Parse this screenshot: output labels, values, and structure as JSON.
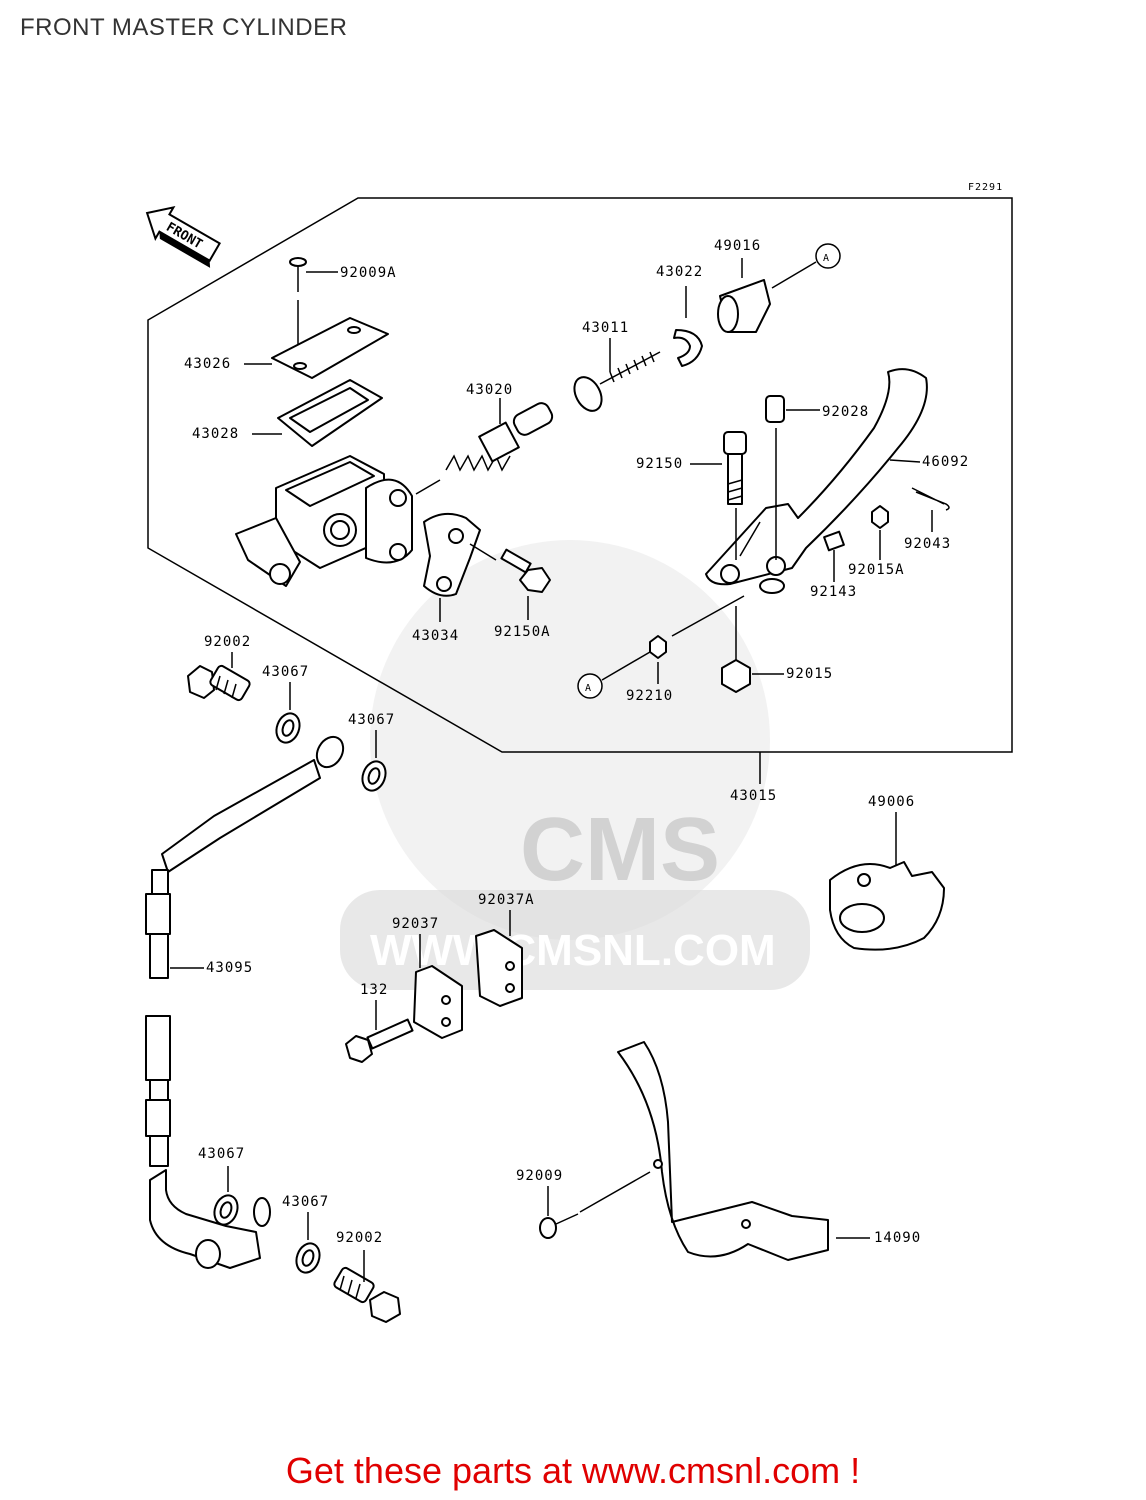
{
  "title": "FRONT MASTER CYLINDER",
  "figure_code": "F2291",
  "front_marker": "FRONT",
  "ref_marker": "A",
  "watermark": {
    "logo": "CMS",
    "url": "WWW.CMSNL.COM"
  },
  "part_labels": {
    "p92009A": "92009A",
    "p43026": "43026",
    "p43028": "43028",
    "p43020": "43020",
    "p43011": "43011",
    "p43022": "43022",
    "p49016": "49016",
    "p92028": "92028",
    "p92150": "92150",
    "p46092": "46092",
    "p92043": "92043",
    "p92015A": "92015A",
    "p92143": "92143",
    "p43034": "43034",
    "p92150A": "92150A",
    "p92002_top": "92002",
    "p43067_a": "43067",
    "p43067_b": "43067",
    "p92210": "92210",
    "p92015": "92015",
    "p43015": "43015",
    "p49006": "49006",
    "p92037A": "92037A",
    "p92037": "92037",
    "p43095": "43095",
    "p132": "132",
    "p43067_c": "43067",
    "p43067_d": "43067",
    "p92002_bot": "92002",
    "p92009": "92009",
    "p14090": "14090"
  },
  "footer": "Get these parts at www.cmsnl.com !"
}
